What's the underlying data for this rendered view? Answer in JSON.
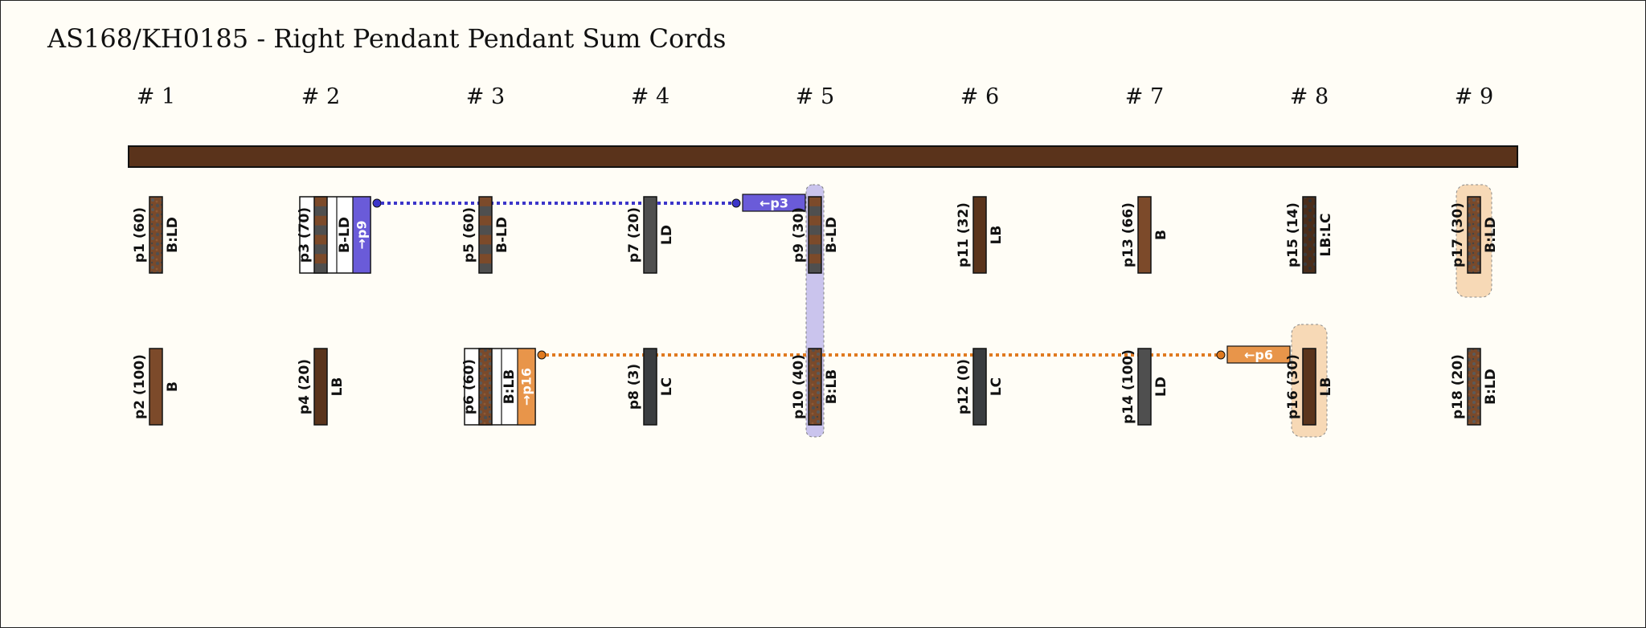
{
  "title": "AS168/KH0185 - Right Pendant Pendant Sum Cords",
  "clusters": [
    "# 1",
    "# 2",
    "# 3",
    "# 4",
    "# 5",
    "# 6",
    "# 7",
    "# 8",
    "# 9"
  ],
  "colors": {
    "background": "#fffdf6",
    "top_cord": "#5a331b",
    "MB": "#7c4a2a",
    "B": "#7c4a2a",
    "LB": "#5a341c",
    "LD": "#4f4f4f",
    "LC": "#3a3d40",
    "link_blue": "#3b35c9",
    "tag_blue": "#6a5bd9",
    "link_orange": "#e07a20",
    "tag_orange": "#e8954a",
    "band_blue": "#b9b2ea",
    "band_orange": "#f6d3ab"
  },
  "cords": [
    {
      "id": "p1",
      "label": "p1 (60)",
      "color": "B:LD",
      "col": 0,
      "row": 0,
      "pattern": "mottled"
    },
    {
      "id": "p2",
      "label": "p2 (100)",
      "color": "B",
      "col": 0,
      "row": 1,
      "pattern": "solid",
      "fill": "B"
    },
    {
      "id": "p3",
      "label": "p3 (70)",
      "color": "B-LD",
      "col": 1,
      "row": 0,
      "pattern": "striped",
      "sum_tag": "→p9",
      "sum_link": "blue"
    },
    {
      "id": "p4",
      "label": "p4 (20)",
      "color": "LB",
      "col": 1,
      "row": 1,
      "pattern": "solid",
      "fill": "LB"
    },
    {
      "id": "p5",
      "label": "p5 (60)",
      "color": "B-LD",
      "col": 2,
      "row": 0,
      "pattern": "striped"
    },
    {
      "id": "p6",
      "label": "p6 (60)",
      "color": "B:LB",
      "col": 2,
      "row": 1,
      "pattern": "mottled",
      "sum_tag": "→p16",
      "sum_link": "orange"
    },
    {
      "id": "p7",
      "label": "p7 (20)",
      "color": "LD",
      "col": 3,
      "row": 0,
      "pattern": "solid",
      "fill": "LD"
    },
    {
      "id": "p8",
      "label": "p8 (3)",
      "color": "LC",
      "col": 3,
      "row": 1,
      "pattern": "solid",
      "fill": "LC"
    },
    {
      "id": "p9",
      "label": "p9 (30)",
      "color": "B-LD",
      "col": 4,
      "row": 0,
      "pattern": "striped",
      "highlight": "blue"
    },
    {
      "id": "p10",
      "label": "p10 (40)",
      "color": "B:LB",
      "col": 4,
      "row": 1,
      "pattern": "mottled",
      "highlight": "blue"
    },
    {
      "id": "p11",
      "label": "p11 (32)",
      "color": "LB",
      "col": 5,
      "row": 0,
      "pattern": "solid",
      "fill": "LB"
    },
    {
      "id": "p12",
      "label": "p12 (0)",
      "color": "LC",
      "col": 5,
      "row": 1,
      "pattern": "solid",
      "fill": "LC"
    },
    {
      "id": "p13",
      "label": "p13 (66)",
      "color": "B",
      "col": 6,
      "row": 0,
      "pattern": "solid",
      "fill": "B"
    },
    {
      "id": "p14",
      "label": "p14 (100)",
      "color": "LD",
      "col": 6,
      "row": 1,
      "pattern": "solid",
      "fill": "LD"
    },
    {
      "id": "p15",
      "label": "p15 (14)",
      "color": "LB:LC",
      "col": 7,
      "row": 0,
      "pattern": "mottled-dark"
    },
    {
      "id": "p16",
      "label": "p16 (30)",
      "color": "LB",
      "col": 7,
      "row": 1,
      "pattern": "solid",
      "fill": "LB",
      "highlight": "orange"
    },
    {
      "id": "p17",
      "label": "p17 (30)",
      "color": "B:LD",
      "col": 8,
      "row": 0,
      "pattern": "mottled",
      "highlight": "orange"
    },
    {
      "id": "p18",
      "label": "p18 (20)",
      "color": "B:LD",
      "col": 8,
      "row": 1,
      "pattern": "mottled"
    }
  ],
  "sum_links": [
    {
      "from": "p3",
      "to": "p9",
      "color": "blue",
      "target_tag": "←p3"
    },
    {
      "from": "p6",
      "to": "p16",
      "color": "orange",
      "target_tag": "←p6"
    }
  ]
}
